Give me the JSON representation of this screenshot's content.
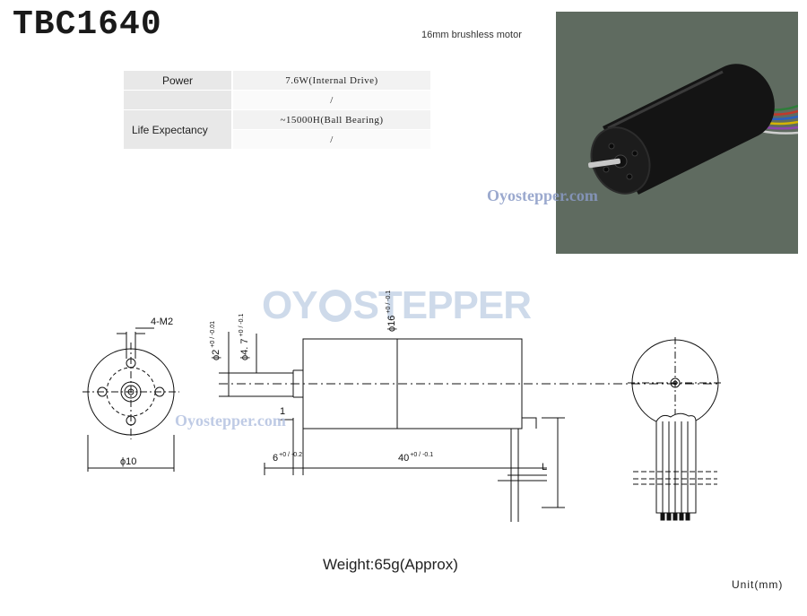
{
  "title": "TBC1640",
  "subtitle": "16mm brushless motor",
  "specs": {
    "power_label": "Power",
    "power_value": "7.6W(Internal Drive)",
    "row2_value": "/",
    "life_label": "Life Expectancy",
    "life_value": "~15000H(Ball Bearing)",
    "row4_value": "/"
  },
  "watermarks": {
    "photo": "Oyostepper.com",
    "big_left": "OY",
    "big_right": "STEPPER",
    "drawing": "Oyostepper.com"
  },
  "drawing": {
    "front_thread": "4-M2",
    "front_dia": "ϕ10",
    "shaft_dia": "ϕ2",
    "shaft_dia_tol": "+0 / -0.01",
    "boss_dia": "ϕ4. 7",
    "boss_dia_tol": "+0 / -0.1",
    "body_dia": "ϕ16",
    "body_dia_tol": "+0 / -0.1",
    "step": "1",
    "shaft_len": "6",
    "shaft_len_tol": "+0 / -0.2",
    "body_len": "40",
    "body_len_tol": "+0 / -0.1",
    "lead_mark": "L"
  },
  "weight": "Weight:65g(Approx)",
  "unit": "Unit(mm)",
  "colors": {
    "photo_bg": "#5f6b60",
    "motor": "#111111"
  }
}
